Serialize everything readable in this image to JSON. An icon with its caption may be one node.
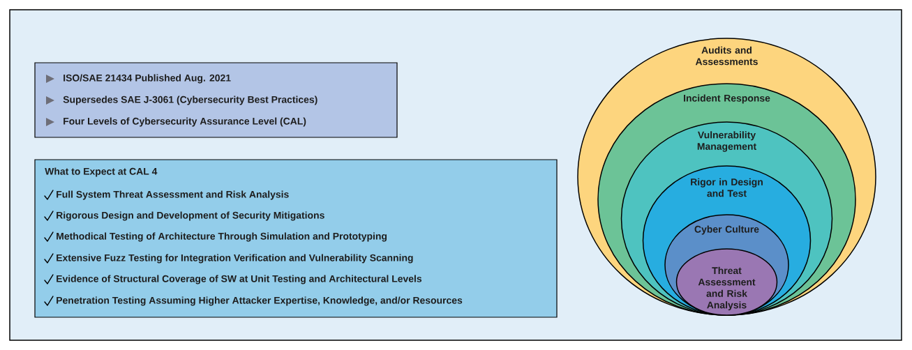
{
  "diagram": {
    "nodes": [
      {
        "text": [
          "ISO/SAE 21434 Published Aug. 2021",
          "Supersedes SAE J-3061 (Cybersecurity Best Practices)",
          "Four Levels of Cybersecurity Assurance Level (CAL)"
        ]
      },
      {
        "text": [
          "What to Expect at CAL 4",
          "Full System Threat Assessment and Risk Analysis",
          "Rigorous Design and Development of Security Mitigations",
          "Methodical Testing of Architecture Through Simulation and Prototyping",
          "Extensive Fuzz Testing for Integration Verification and Vulnerability Scanning",
          "Evidence of Structural Coverage of SW at Unit Testing and Architectural Levels",
          "Penetration Testing Assuming Higher Attacker Expertise, Knowledge, and/or Resources"
        ]
      },
      {
        "text": [
          "Audits and Assessments"
        ]
      },
      {
        "text": [
          "Incident Response"
        ],
        "in": 2
      },
      {
        "text": [
          "Vulnerability Management"
        ],
        "in": 3
      },
      {
        "text": [
          "Rigor in Design and Test"
        ],
        "in": 4
      },
      {
        "text": [
          "Cyber Culture"
        ],
        "in": 5
      },
      {
        "text": [
          "Threat Assessment and Risk Analysis"
        ],
        "in": 6
      }
    ]
  }
}
